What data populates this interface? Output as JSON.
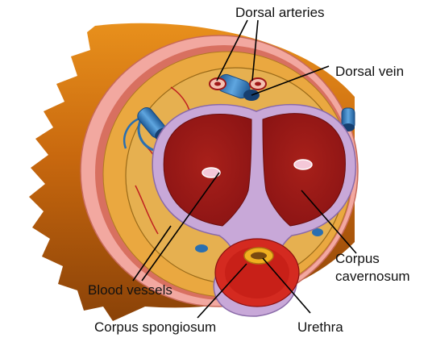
{
  "labels": {
    "dorsal_arteries": "Dorsal arteries",
    "dorsal_vein": "Dorsal vein",
    "corpus_cavernosum_line1": "Corpus",
    "corpus_cavernosum_line2": "cavernosum",
    "blood_vessels": "Blood vessels",
    "corpus_spongiosum": "Corpus spongiosum",
    "urethra": "Urethra"
  },
  "colors": {
    "skin_outer": "#c86a10",
    "skin_dark": "#8a4208",
    "skin_light": "#f0a030",
    "skin_pink": "#f2a8a0",
    "fascia": "#e6a83a",
    "tunica": "#c8a8d8",
    "erectile": "#a01818",
    "vessel_blue": "#2a6fb0",
    "urethra_ring": "#f0b020"
  }
}
